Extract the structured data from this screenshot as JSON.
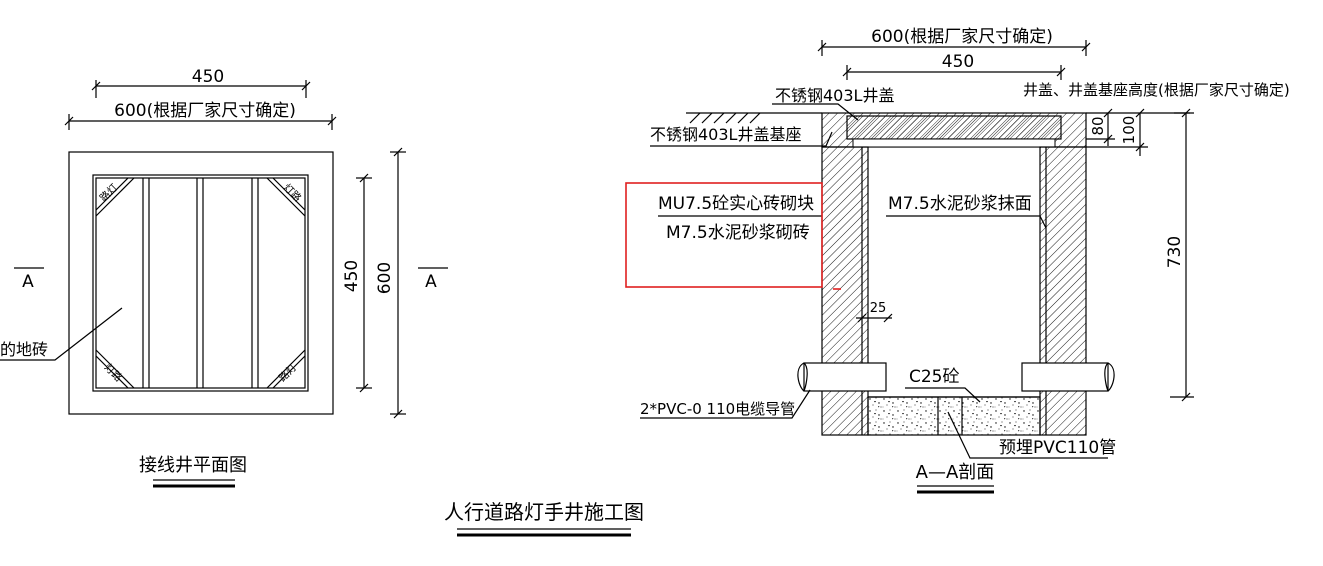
{
  "plan_view": {
    "dim_450_top": "450",
    "dim_600_top": "600(根据厂家尺寸确定)",
    "dim_450_side": "450",
    "dim_600_side": "600",
    "section_mark_left": "A",
    "section_mark_right": "A",
    "floor_tile_label": "的地砖",
    "corner_text_a": "路灯",
    "corner_text_b": "灯路",
    "title": "接线井平面图"
  },
  "section_view": {
    "dim_600": "600(根据厂家尺寸确定)",
    "dim_450": "450",
    "cover_label": "不锈钢403L井盖",
    "cover_base_label": "不锈钢403L井盖基座",
    "cover_height_note": "井盖、井盖基座高度(根据厂家尺寸确定)",
    "dim_80": "80",
    "dim_100": "100",
    "dim_730": "730",
    "brick_label_1": "MU7.5砼实心砖砌块",
    "brick_label_2": "M7.5水泥砂浆砌砖",
    "plaster_label": "M7.5水泥砂浆抹面",
    "dim_25": "25",
    "concrete_label": "C25砼",
    "conduit_label": "2*PVC-0 110电缆导管",
    "pipe_label": "预埋PVC110管",
    "title": "A—A剖面"
  },
  "drawing_title": "人行道路灯手井施工图",
  "colors": {
    "ink": "#000000",
    "highlight": "#e02020",
    "background": "#ffffff"
  }
}
